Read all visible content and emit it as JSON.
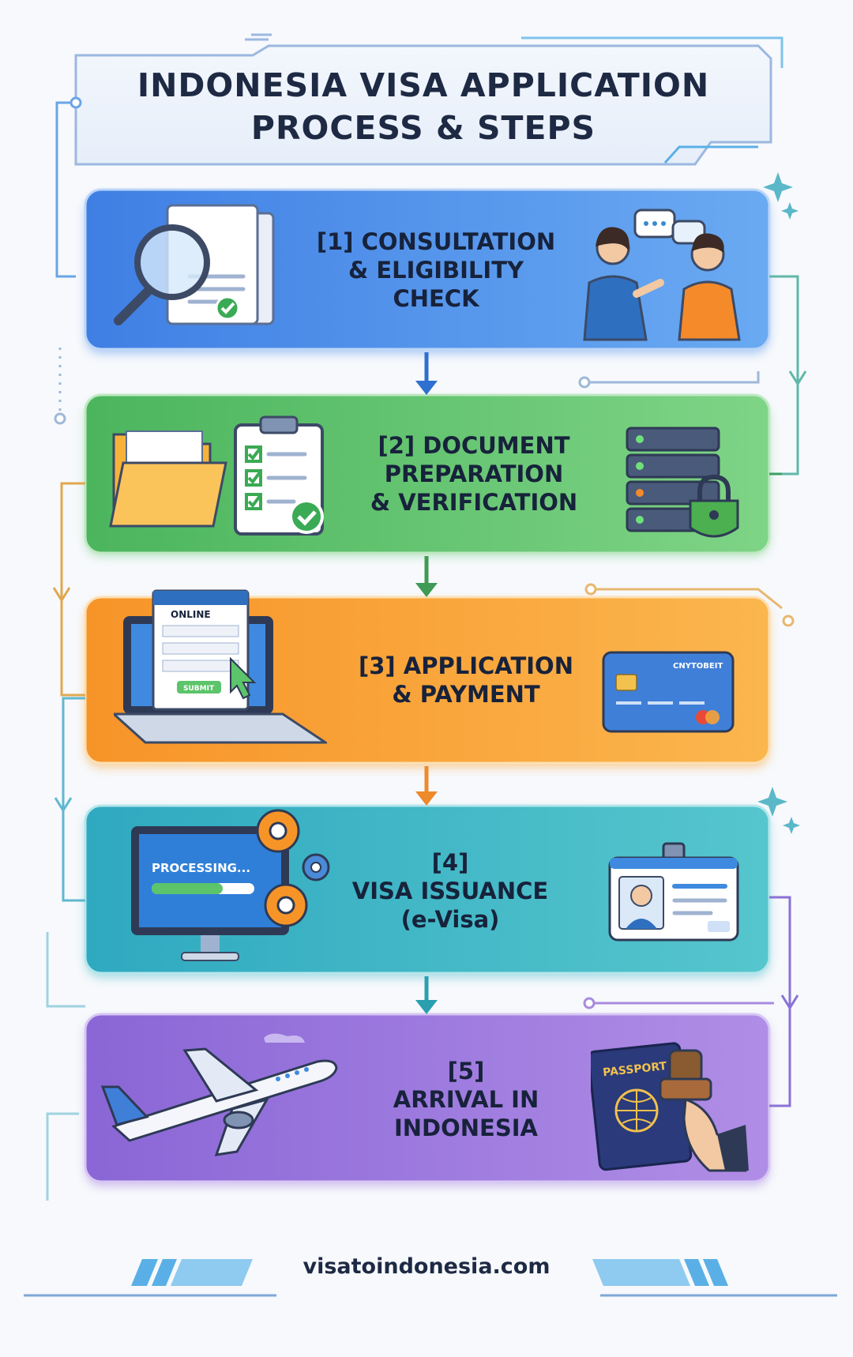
{
  "title": {
    "line1": "INDONESIA VISA APPLICATION",
    "line2": "PROCESS & STEPS"
  },
  "steps": [
    {
      "lines": [
        "[1] CONSULTATION",
        "& ELIGIBILITY",
        "CHECK"
      ],
      "color": "#4f8fe8",
      "icons": [
        "magnifier-document-icon",
        "consultation-people-icon"
      ]
    },
    {
      "lines": [
        "[2] DOCUMENT",
        "PREPARATION",
        "& VERIFICATION"
      ],
      "color": "#5cc46a",
      "icons": [
        "folder-clipboard-icon",
        "secure-server-icon"
      ]
    },
    {
      "lines": [
        "[3] APPLICATION",
        "& PAYMENT"
      ],
      "color": "#f7a238",
      "icons": [
        "laptop-online-form-icon",
        "credit-card-icon"
      ]
    },
    {
      "lines": [
        "[4]",
        "VISA ISSUANCE",
        "(e-Visa)"
      ],
      "color": "#3fb6c4",
      "icons": [
        "processing-monitor-icon",
        "id-badge-icon"
      ]
    },
    {
      "lines": [
        "[5]",
        "ARRIVAL IN",
        "INDONESIA"
      ],
      "color": "#9a76dc",
      "icons": [
        "airplane-icon",
        "passport-stamp-icon"
      ]
    }
  ],
  "illustration_text": {
    "online": "ONLINE",
    "submit": "SUBMIT",
    "processing": "PROCESSING...",
    "card_brand": "CNYTOBEIT",
    "passport": "PASSPORT"
  },
  "footer": {
    "site": "visatoindonesia.com"
  }
}
